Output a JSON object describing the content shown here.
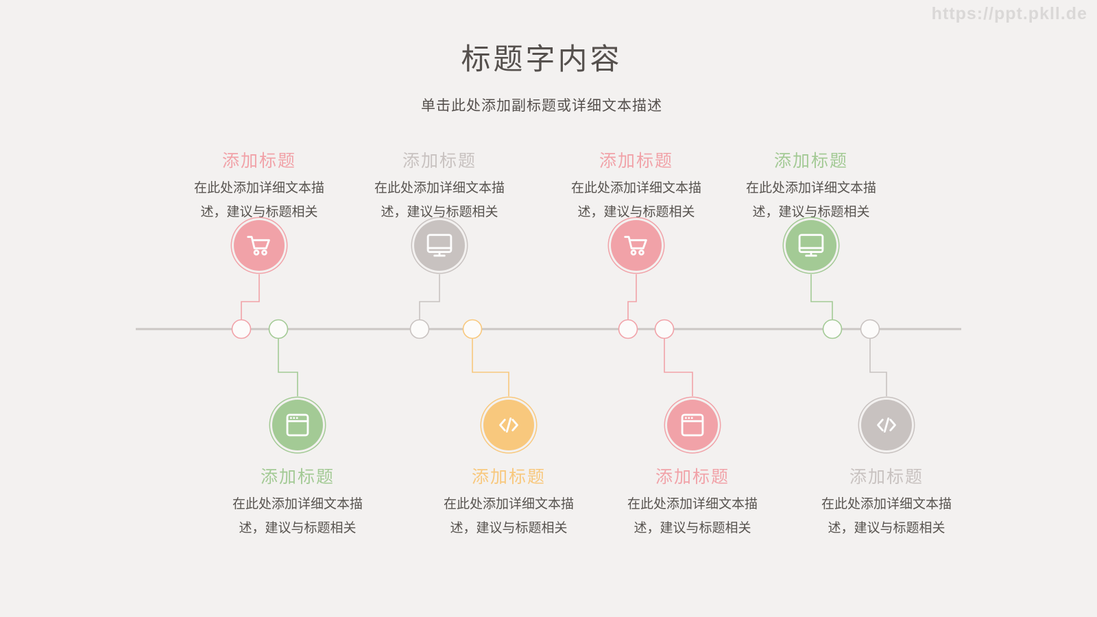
{
  "watermark": {
    "text": "https://ppt.pkll.de"
  },
  "header": {
    "title": "标题字内容",
    "subtitle": "单击此处添加副标题或详细文本描述"
  },
  "colors": {
    "pink": "#F1A2A8",
    "green": "#A3CA95",
    "yellow": "#F8C87D",
    "gray": "#C8C2C0",
    "line": "#CBC7C5",
    "text": "#57534F",
    "background": "#F3F1F0"
  },
  "timeline": {
    "items": [
      {
        "position": "top",
        "color": "#F1A2A8",
        "icon": "cart-icon",
        "title": "添加标题",
        "description": "在此处添加详细文本描述，建议与标题相关"
      },
      {
        "position": "top",
        "color": "#C8C2C0",
        "icon": "monitor-icon",
        "title": "添加标题",
        "description": "在此处添加详细文本描述，建议与标题相关"
      },
      {
        "position": "top",
        "color": "#F1A2A8",
        "icon": "cart-icon",
        "title": "添加标题",
        "description": "在此处添加详细文本描述，建议与标题相关"
      },
      {
        "position": "top",
        "color": "#A3CA95",
        "icon": "monitor-icon",
        "title": "添加标题",
        "description": "在此处添加详细文本描述，建议与标题相关"
      },
      {
        "position": "bottom",
        "color": "#A3CA95",
        "icon": "window-icon",
        "title": "添加标题",
        "description": "在此处添加详细文本描述，建议与标题相关"
      },
      {
        "position": "bottom",
        "color": "#F8C87D",
        "icon": "code-icon",
        "title": "添加标题",
        "description": "在此处添加详细文本描述，建议与标题相关"
      },
      {
        "position": "bottom",
        "color": "#F1A2A8",
        "icon": "window-icon",
        "title": "添加标题",
        "description": "在此处添加详细文本描述，建议与标题相关"
      },
      {
        "position": "bottom",
        "color": "#C8C2C0",
        "icon": "code-icon",
        "title": "添加标题",
        "description": "在此处添加详细文本描述，建议与标题相关"
      }
    ]
  }
}
